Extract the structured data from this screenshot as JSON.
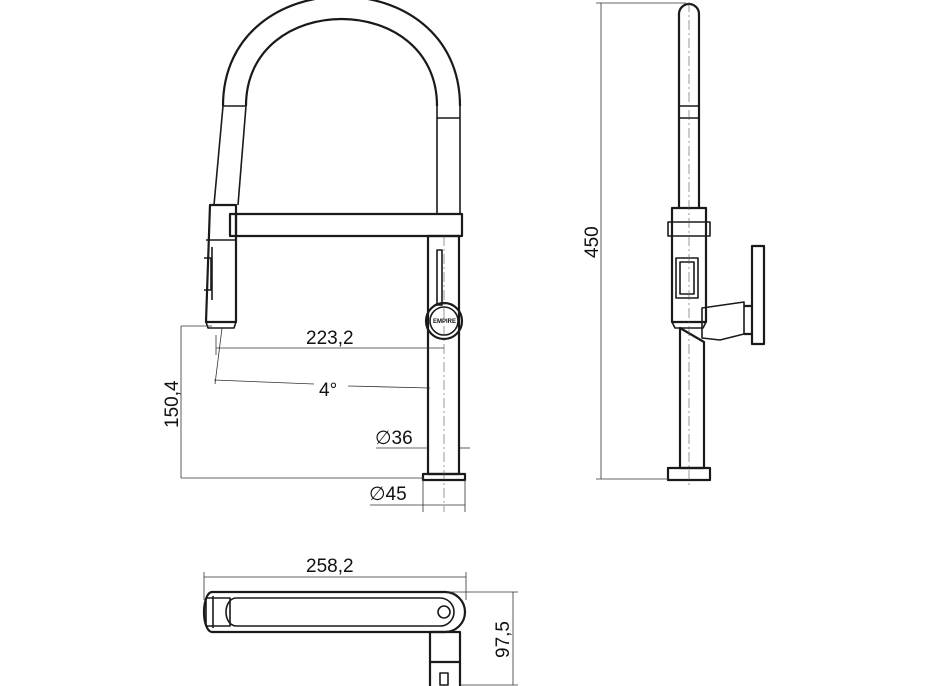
{
  "dimensions": {
    "spout_reach": "223,2",
    "spray_angle": "4°",
    "spout_height": "150,4",
    "body_diameter": "∅36",
    "base_diameter": "∅45",
    "total_height": "450",
    "top_length": "258,2",
    "top_depth": "97,5"
  },
  "brand_mark": "EMPIRE"
}
